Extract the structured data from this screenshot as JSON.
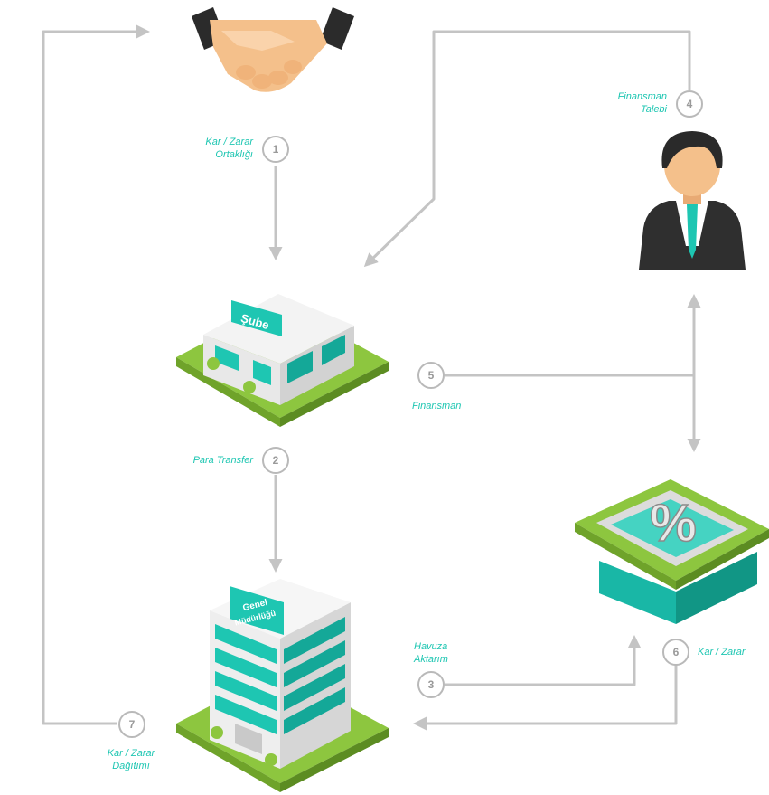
{
  "colors": {
    "accent": "#1ec6b2",
    "arrow": "#c4c4c4",
    "grass": "#8dc63f"
  },
  "buildings": {
    "branch_sign": "Şube",
    "hq_sign_line1": "Genel",
    "hq_sign_line2": "Müdürlüğü"
  },
  "pool_symbol": "%",
  "steps": [
    {
      "number": "1",
      "label_lines": [
        "Kar / Zarar",
        "Ortaklığı"
      ]
    },
    {
      "number": "2",
      "label_lines": [
        "Para Transfer"
      ]
    },
    {
      "number": "3",
      "label_lines": [
        "Havuza",
        "Aktarım"
      ]
    },
    {
      "number": "4",
      "label_lines": [
        "Finansman",
        "Talebi"
      ]
    },
    {
      "number": "5",
      "label_lines": [
        "Finansman"
      ]
    },
    {
      "number": "6",
      "label_lines": [
        "Kar / Zarar"
      ]
    },
    {
      "number": "7",
      "label_lines": [
        "Kar / Zarar",
        "Dağıtımı"
      ]
    }
  ]
}
